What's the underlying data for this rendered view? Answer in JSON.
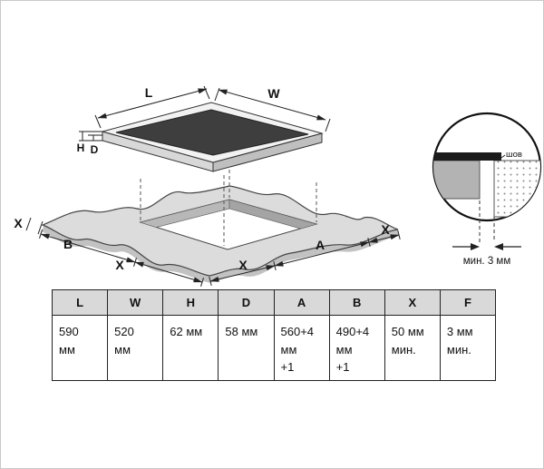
{
  "diagram": {
    "labels": {
      "length": "L",
      "width": "W",
      "height": "H",
      "depth": "D",
      "cutout_length": "A",
      "cutout_width": "B",
      "margin": "X"
    },
    "inset": {
      "seam": "шов",
      "min_gap": "мин. 3 мм"
    }
  },
  "table": {
    "headers": [
      "L",
      "W",
      "H",
      "D",
      "A",
      "B",
      "X",
      "F"
    ],
    "values": [
      {
        "line1": "590",
        "line2": "мм"
      },
      {
        "line1": "520",
        "line2": "мм"
      },
      {
        "line1": "62 мм",
        "line2": ""
      },
      {
        "line1": "58 мм",
        "line2": ""
      },
      {
        "line1": "560+4 мм",
        "line2": "+1"
      },
      {
        "line1": "490+4 мм",
        "line2": "+1"
      },
      {
        "line1": "50 мм",
        "line2": "мин."
      },
      {
        "line1": "3 мм",
        "line2": "мин."
      }
    ]
  }
}
